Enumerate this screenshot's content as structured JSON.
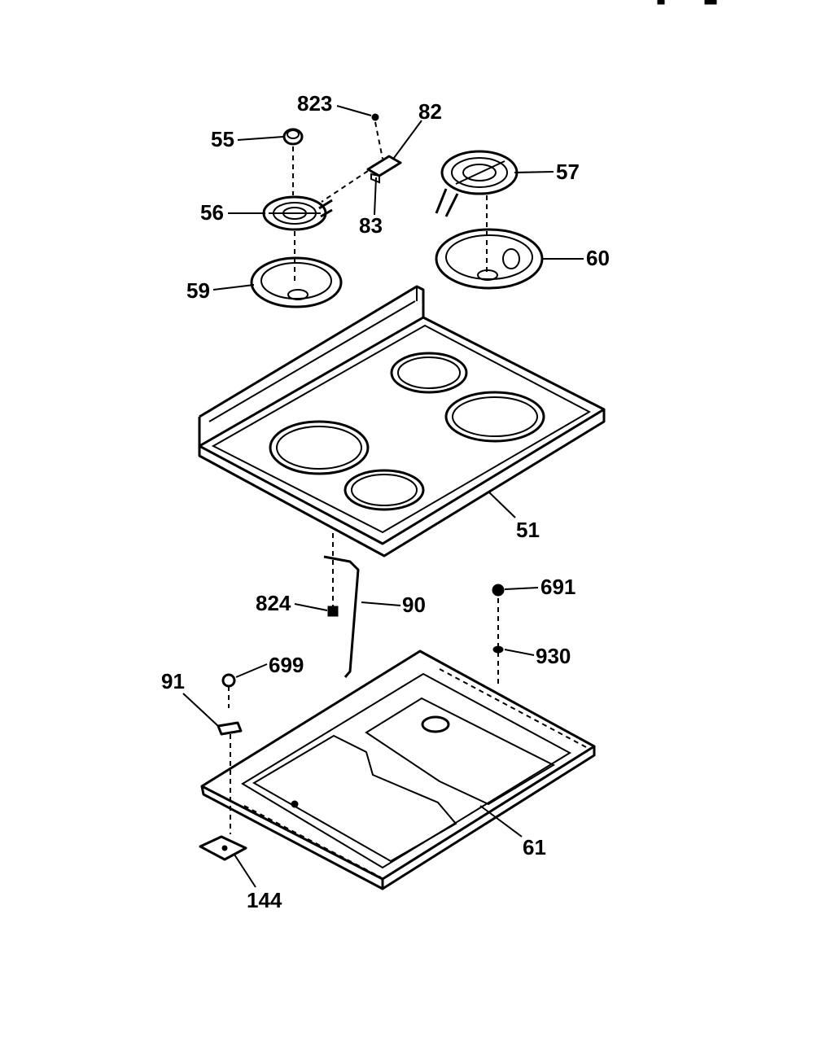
{
  "labels": {
    "p823": "823",
    "p82": "82",
    "p55": "55",
    "p57": "57",
    "p56": "56",
    "p83": "83",
    "p60": "60",
    "p59": "59",
    "p51": "51",
    "p691": "691",
    "p824": "824",
    "p90": "90",
    "p930": "930",
    "p699": "699",
    "p91": "91",
    "p61": "61",
    "p144": "144"
  }
}
